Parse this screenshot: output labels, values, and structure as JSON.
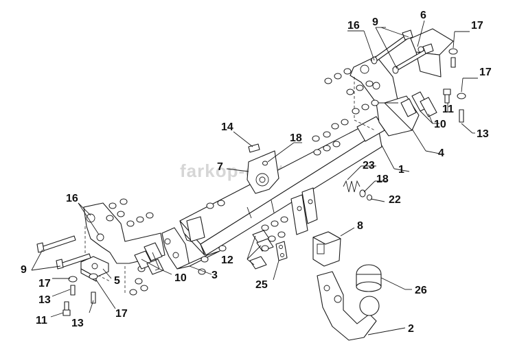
{
  "watermark": "farkop-center.ru",
  "labels": {
    "p1": "1",
    "p2": "2",
    "p3": "3",
    "p4": "4",
    "p5": "5",
    "p6": "6",
    "p7": "7",
    "p8": "8",
    "p9_top": "9",
    "p9_left": "9",
    "p10_right": "10",
    "p10_left": "10",
    "p11_right": "11",
    "p11_left": "11",
    "p12": "12",
    "p13_right": "13",
    "p13_left_a": "13",
    "p13_left_b": "13",
    "p14": "14",
    "p16_top": "16",
    "p16_left": "16",
    "p17_top": "17",
    "p17_right": "17",
    "p17_left_a": "17",
    "p17_left_b": "17",
    "p18_top": "18",
    "p18_mid": "18",
    "p22": "22",
    "p23": "23",
    "p25": "25",
    "p26": "26"
  }
}
